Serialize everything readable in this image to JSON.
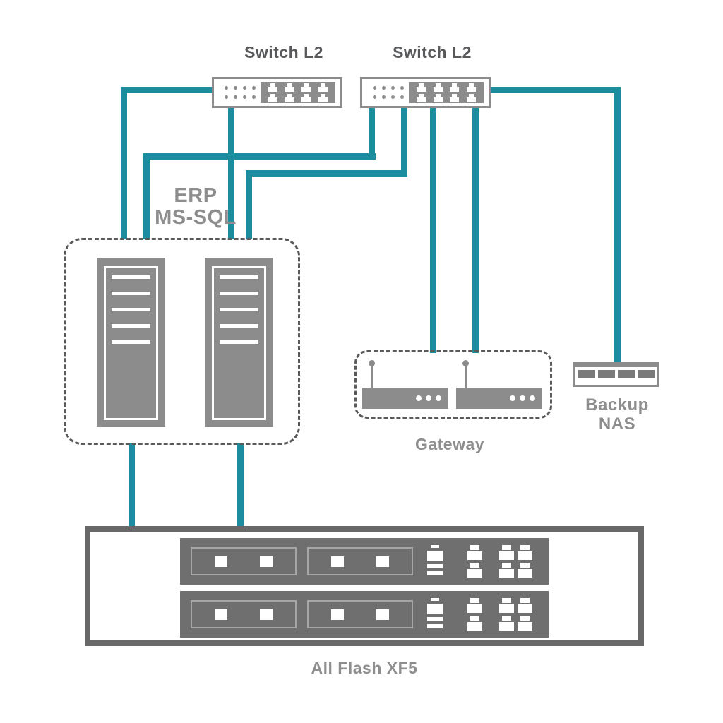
{
  "diagram": {
    "type": "network-topology",
    "background_color": "#ffffff",
    "link_color": "#1b8d9e",
    "device_color": "#8c8c8c",
    "dark_device_color": "#6f6f6f",
    "dashed_border_color": "#5a5a5a",
    "label_color_primary": "#58595b",
    "label_color_secondary": "#8e8e8e",
    "nodes": {
      "switch_left": {
        "label": "Switch L2",
        "icon": "network-switch-icon",
        "ports": 8,
        "led_dots": 8
      },
      "switch_right": {
        "label": "Switch L2",
        "icon": "network-switch-icon",
        "ports": 8,
        "led_dots": 8
      },
      "erp_group": {
        "label_line1": "ERP",
        "label_line2": "MS-SQL",
        "icon": "server-tower-icon",
        "servers": 2,
        "border": "dashed"
      },
      "gateway_group": {
        "label": "Gateway",
        "icon": "wireless-router-icon",
        "devices": 2,
        "border": "dashed"
      },
      "backup_nas": {
        "label_line1": "Backup",
        "label_line2": "NAS",
        "icon": "nas-icon",
        "drive_bays": 4
      },
      "all_flash": {
        "label": "All Flash XF5",
        "icon": "storage-array-icon",
        "controllers": 2
      }
    },
    "connections": [
      {
        "from": "switch-left",
        "to": "erp-server-1"
      },
      {
        "from": "switch-left",
        "to": "erp-server-2"
      },
      {
        "from": "switch-right",
        "to": "erp-server-1"
      },
      {
        "from": "switch-right",
        "to": "erp-server-2"
      },
      {
        "from": "switch-right",
        "to": "gateway-router-1"
      },
      {
        "from": "switch-right",
        "to": "gateway-router-2"
      },
      {
        "from": "switch-right",
        "to": "backup-nas"
      },
      {
        "from": "erp-server-1",
        "to": "all-flash-xf5"
      },
      {
        "from": "erp-server-2",
        "to": "all-flash-xf5"
      }
    ]
  }
}
